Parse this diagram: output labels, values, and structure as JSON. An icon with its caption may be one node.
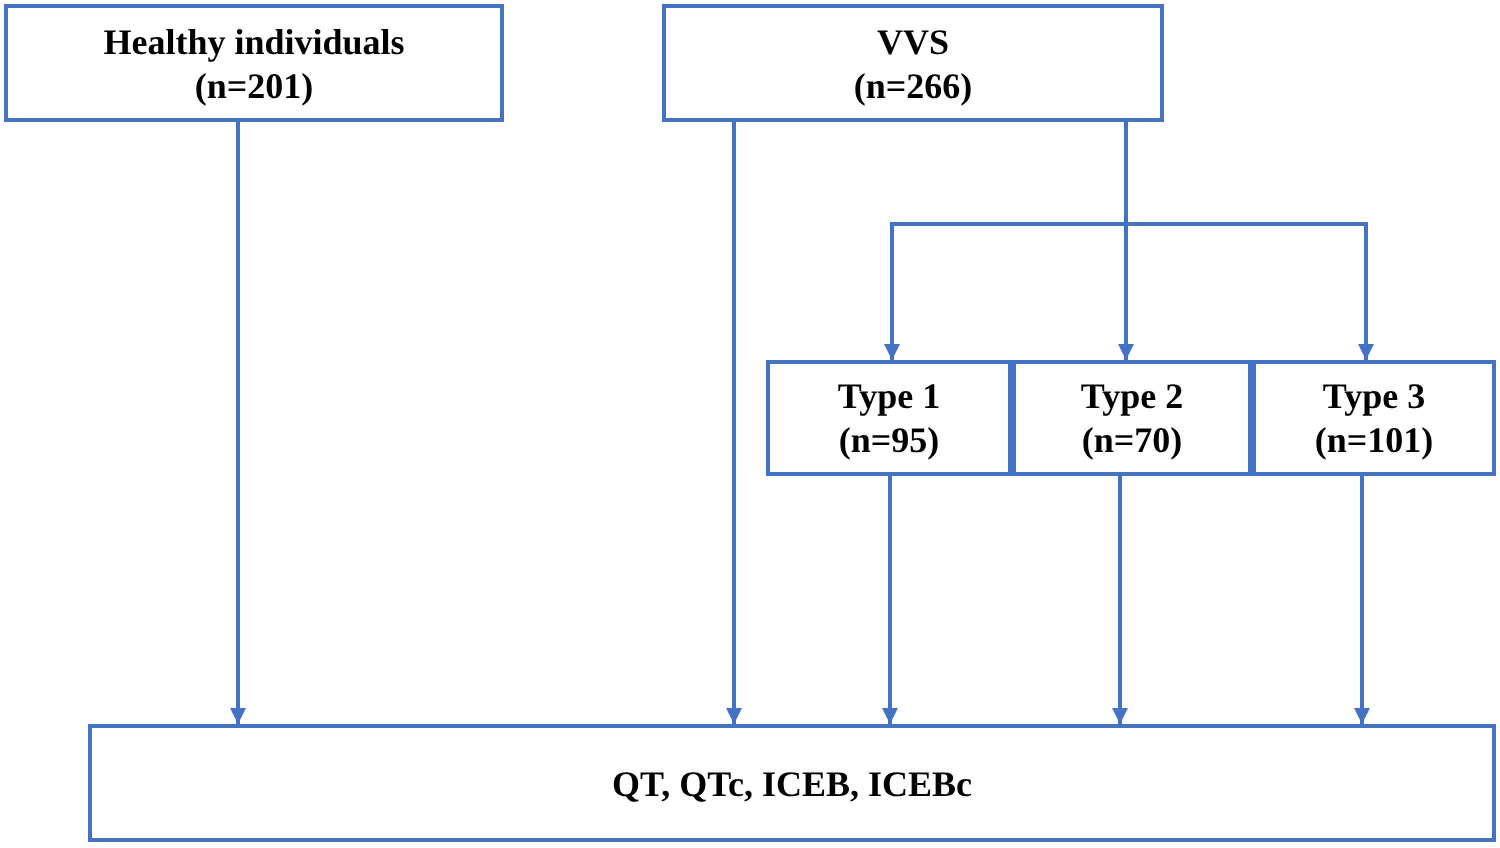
{
  "diagram": {
    "nodes": [
      {
        "text": [
          "Healthy individuals",
          "(n=201)"
        ]
      },
      {
        "text": [
          "VVS",
          "(n=266)"
        ]
      },
      {
        "text": [
          "Type 1",
          "(n=95)"
        ]
      },
      {
        "text": [
          "Type 2",
          "(n=70)"
        ]
      },
      {
        "text": [
          "Type 3",
          "(n=101)"
        ]
      },
      {
        "text": [
          "QT, QTc, ICEB, ICEBc"
        ]
      }
    ],
    "edges": [
      {
        "from": 0,
        "to": 5,
        "arrow": "to"
      },
      {
        "from": 1,
        "to": 5,
        "arrow": "to"
      },
      {
        "from": 1,
        "to": 2,
        "arrow": "to"
      },
      {
        "from": 1,
        "to": 3,
        "arrow": "to"
      },
      {
        "from": 1,
        "to": 4,
        "arrow": "to"
      },
      {
        "from": 2,
        "to": 5,
        "arrow": "to"
      },
      {
        "from": 3,
        "to": 5,
        "arrow": "to"
      },
      {
        "from": 4,
        "to": 5,
        "arrow": "to"
      }
    ]
  }
}
